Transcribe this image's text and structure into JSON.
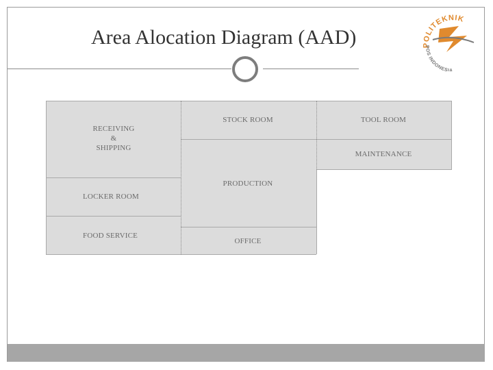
{
  "slide": {
    "title": "Area Alocation Diagram (AAD)"
  },
  "logo": {
    "top_text": "POLITEKNIK",
    "bottom_text": "POS INDONESIA"
  },
  "colors": {
    "area_fill": "#dcdcdc",
    "logo_orange": "#e08a2e",
    "title_text": "#333333",
    "bottom_bar": "#a6a6a6"
  },
  "areas": {
    "receiving_shipping": [
      "RECEIVING",
      "&",
      "SHIPPING"
    ],
    "locker_room": "LOCKER ROOM",
    "food_service": "FOOD SERVICE",
    "stock_room": "STOCK ROOM",
    "production": "PRODUCTION",
    "office": "OFFICE",
    "tool_room": "TOOL ROOM",
    "maintenance": "MAINTENANCE"
  }
}
